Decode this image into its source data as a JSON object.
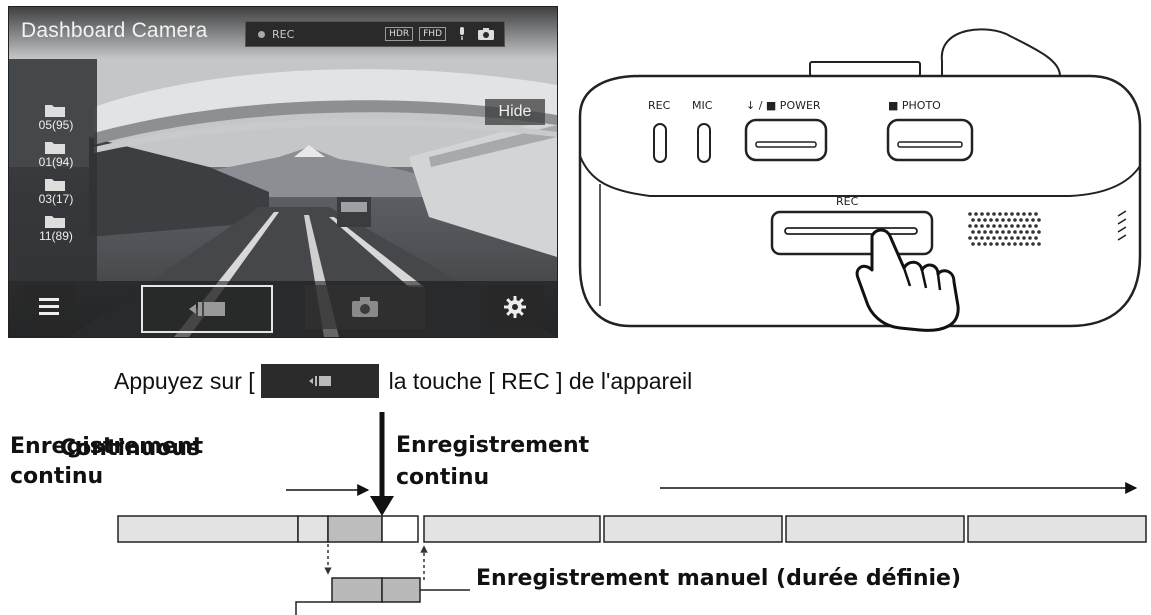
{
  "screen": {
    "title": "Dashboard Camera",
    "status": {
      "rec_text": "REC",
      "tags": [
        "HDR",
        "FHD"
      ],
      "icons": [
        "microphone-icon",
        "camera-icon"
      ]
    },
    "hide_label": "Hide",
    "folders": [
      {
        "icon": "event-folder-icon",
        "count": "05(95)"
      },
      {
        "icon": "manual-folder-icon",
        "count": "01(94)"
      },
      {
        "icon": "parking-folder-icon",
        "count": "03(17)"
      },
      {
        "icon": "continuous-folder-icon",
        "count": "11(89)"
      }
    ],
    "bottom_bar": {
      "icons": [
        "menu-icon",
        "video-record-icon",
        "camera-icon",
        "gear-icon"
      ]
    }
  },
  "device": {
    "labels": {
      "rec": "REC",
      "mic": "MIC",
      "power": "↓ / ■ POWER",
      "photo": "■ PHOTO",
      "rec_button": "REC"
    }
  },
  "instruction": {
    "prefix": "Appuyez sur [",
    "suffix": "la touche [ REC ] de l'appareil"
  },
  "timeline": {
    "label_left_1": "Enregistrement",
    "label_left_2": "continu",
    "label_left_overlay": "Continuous",
    "label_mid_1": "Enregistrement",
    "label_mid_2": "continu",
    "label_manual": "Enregistrement manuel (durée définie)"
  },
  "colors": {
    "segment_fill": "#e3e3e3",
    "manual_fill": "#b9b9b9",
    "segment_stroke": "#222222",
    "screen_dark": "#2b2b2b"
  }
}
